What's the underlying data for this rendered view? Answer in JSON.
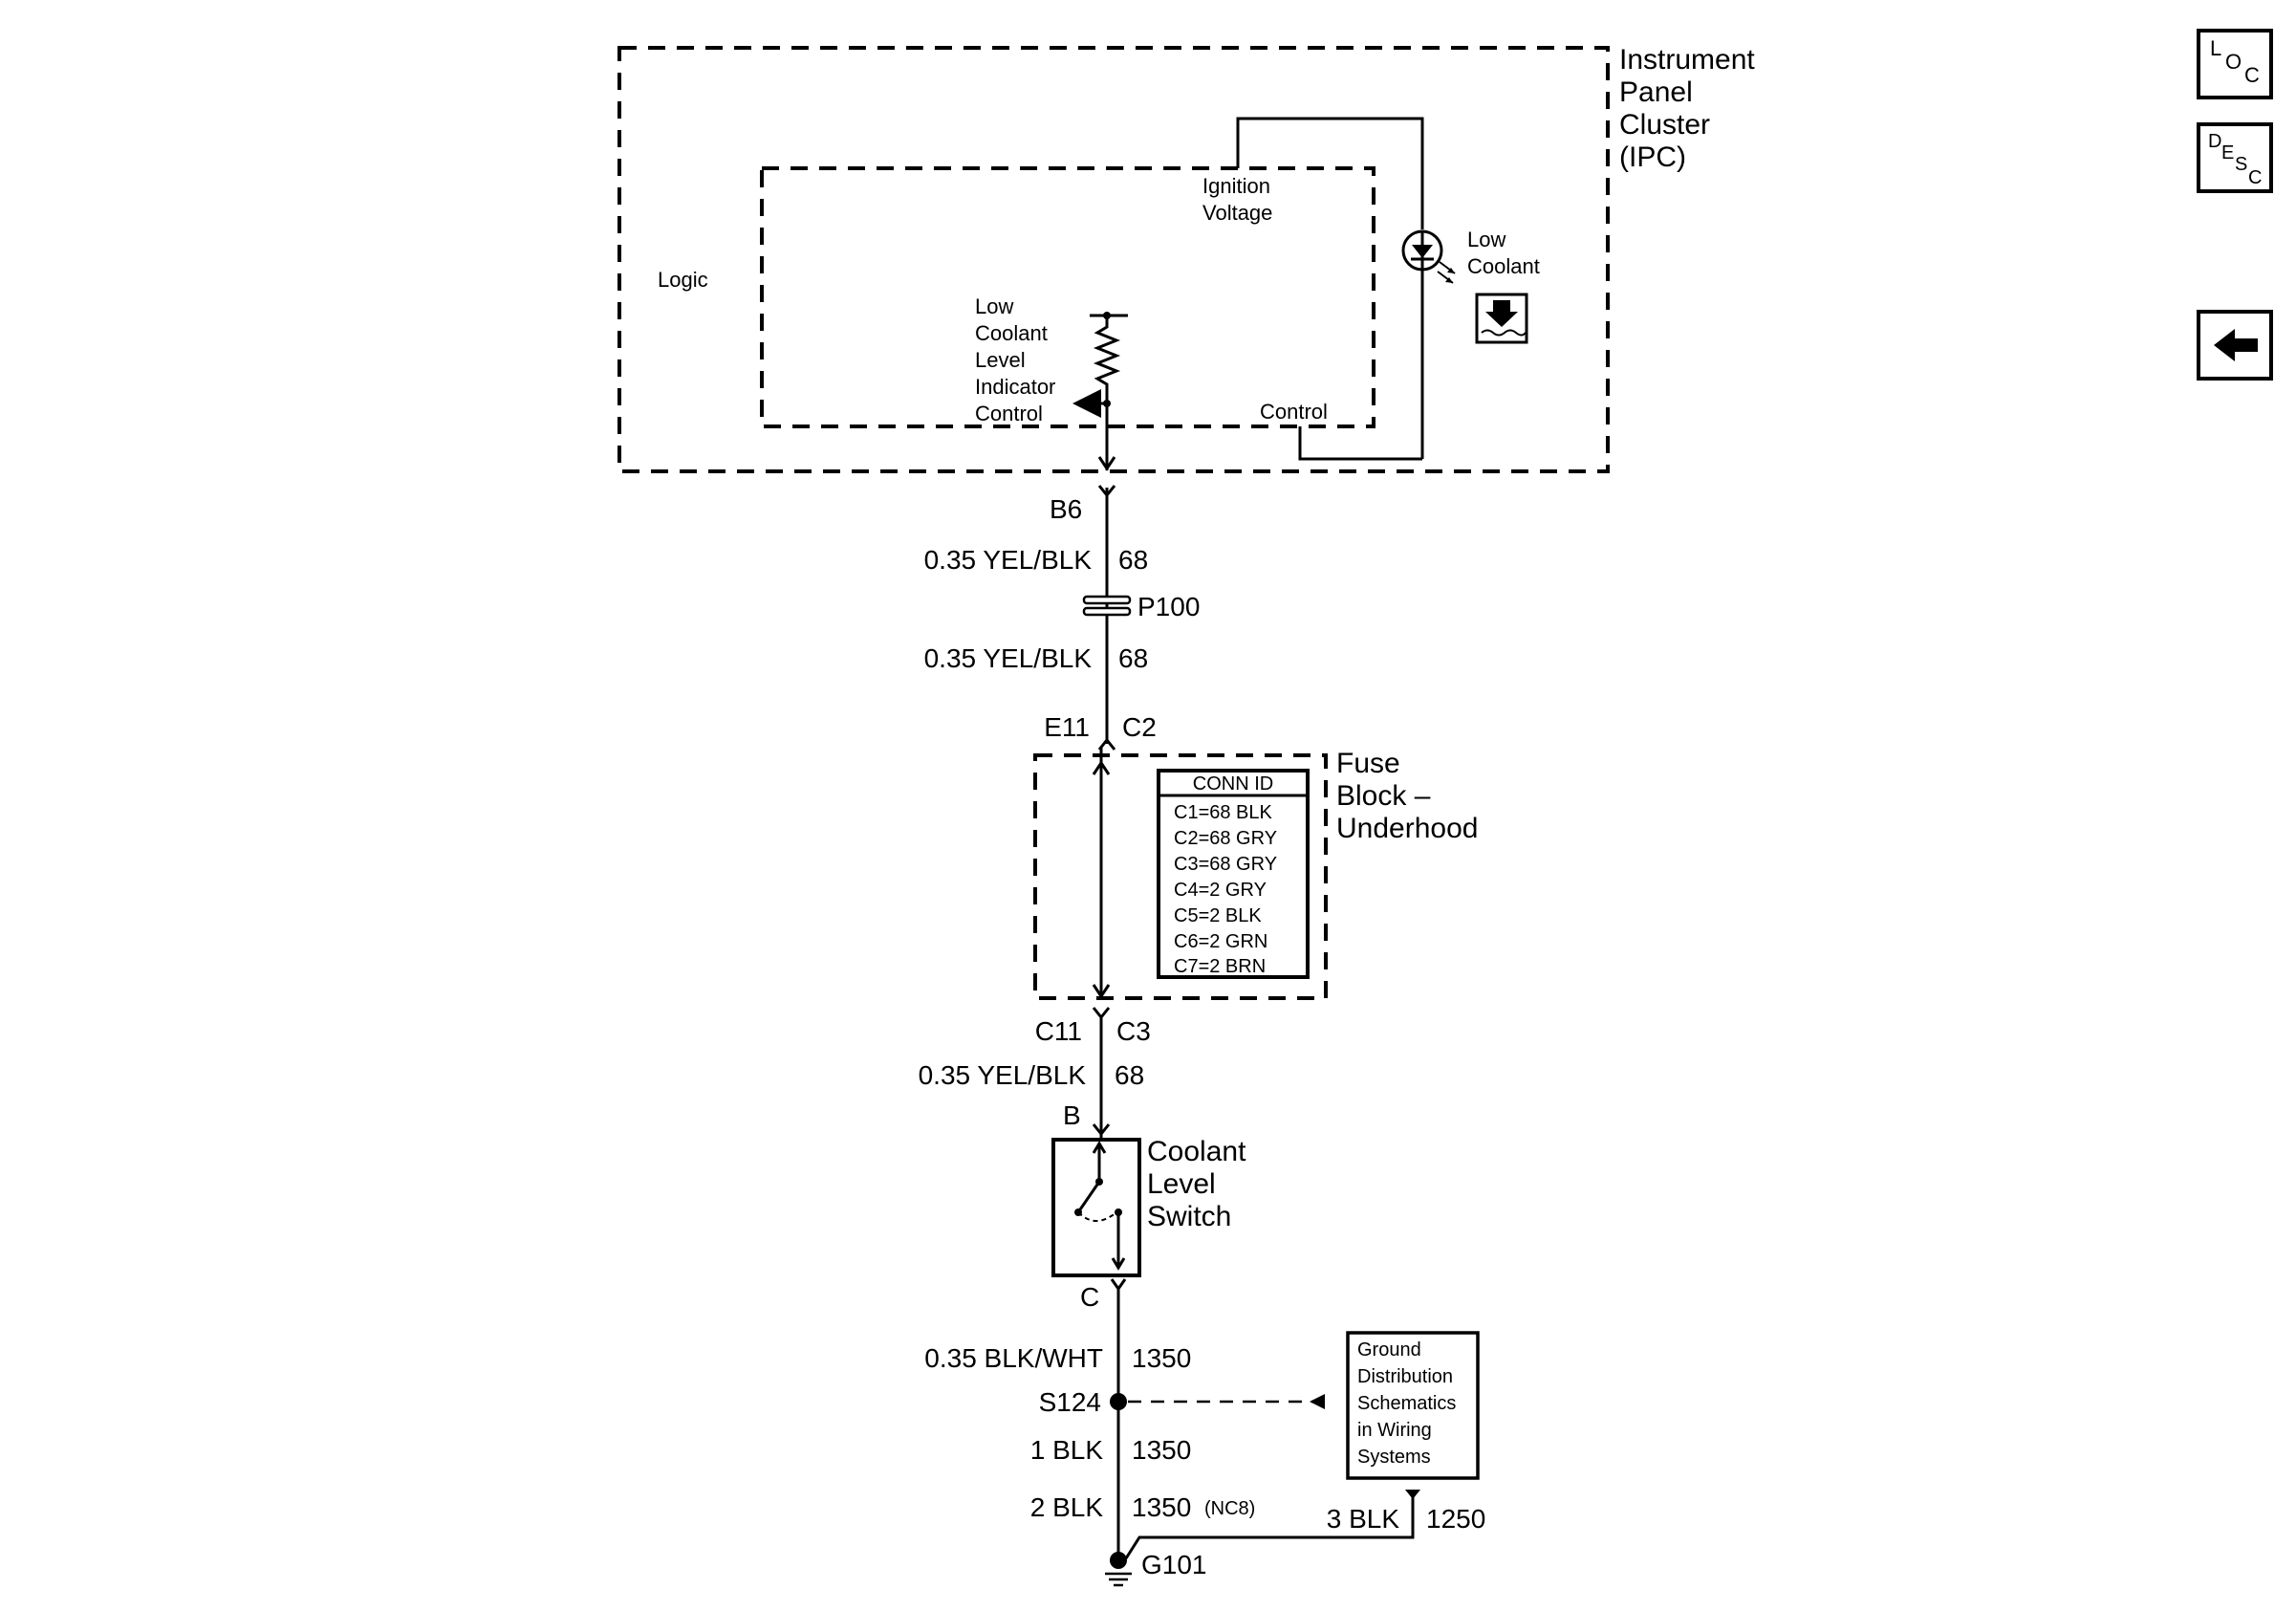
{
  "ipc": {
    "title_line1": "Instrument",
    "title_line2": "Panel",
    "title_line3": "Cluster",
    "title_line4": "(IPC)",
    "logic_label": "Logic",
    "ignition_line1": "Ignition",
    "ignition_line2": "Voltage",
    "lamp_line1": "Low",
    "lamp_line2": "Coolant",
    "indicator_line1": "Low",
    "indicator_line2": "Coolant",
    "indicator_line3": "Level",
    "indicator_line4": "Indicator",
    "indicator_line5": "Control",
    "control_label": "Control"
  },
  "wiring": {
    "pin_b6": "B6",
    "wire1_gauge": "0.35 YEL/BLK",
    "wire1_circuit": "68",
    "p100": "P100",
    "wire2_gauge": "0.35 YEL/BLK",
    "wire2_circuit": "68",
    "pin_e11": "E11",
    "pin_c2": "C2",
    "pin_c11": "C11",
    "pin_c3": "C3",
    "wire3_gauge": "0.35 YEL/BLK",
    "wire3_circuit": "68",
    "pin_b": "B",
    "pin_c": "C",
    "wire4_gauge": "0.35 BLK/WHT",
    "wire4_circuit": "1350",
    "splice": "S124",
    "wire5_gauge": "1 BLK",
    "wire5_circuit": "1350",
    "wire6_gauge": "2 BLK",
    "wire6_circuit": "1350",
    "wire6_note": "(NC8)",
    "wire7_gauge": "3 BLK",
    "wire7_circuit": "1250",
    "ground": "G101"
  },
  "fuse_block": {
    "title_line1": "Fuse",
    "title_line2": "Block –",
    "title_line3": "Underhood",
    "conn_header": "CONN ID",
    "conn_rows": [
      "C1=68 BLK",
      "C2=68 GRY",
      "C3=68 GRY",
      "C4=2 GRY",
      "C5=2 BLK",
      "C6=2 GRN",
      "C7=2 BRN"
    ]
  },
  "switch": {
    "line1": "Coolant",
    "line2": "Level",
    "line3": "Switch"
  },
  "ground_ref": {
    "line1": "Ground",
    "line2": "Distribution",
    "line3": "Schematics",
    "line4": "in Wiring",
    "line5": "Systems"
  },
  "nav": {
    "loc_l": "L",
    "loc_o": "O",
    "loc_c": "C",
    "desc_d": "D",
    "desc_e": "E",
    "desc_s": "S",
    "desc_c": "C"
  }
}
